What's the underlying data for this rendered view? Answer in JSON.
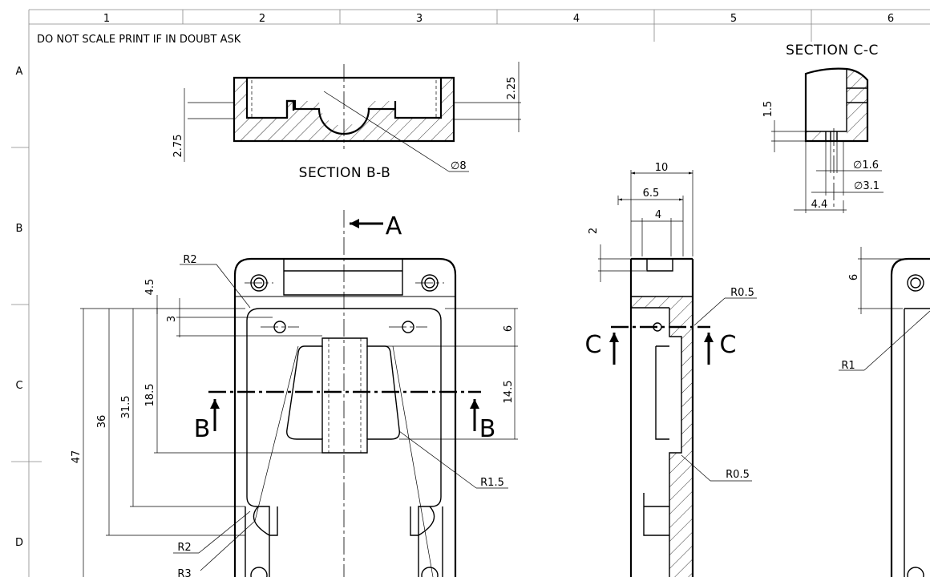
{
  "sheet": {
    "zone_columns": [
      "1",
      "2",
      "3",
      "4",
      "5",
      "6"
    ],
    "zone_rows": [
      "A",
      "B",
      "C",
      "D"
    ],
    "note": "DO NOT SCALE PRINT   IF IN DOUBT ASK",
    "line_color": "#000000",
    "border_color": "#888888"
  },
  "views": {
    "section_bb": {
      "title": "SECTION B-B",
      "dims": {
        "depth_top": "2.25",
        "depth_left": "2.75",
        "dia": "∅8"
      }
    },
    "section_cc": {
      "title": "SECTION C-C",
      "dims": {
        "h": "1.5",
        "d1": "∅1.6",
        "d2": "∅3.1",
        "w": "4.4"
      }
    },
    "front": {
      "view_arrow": "A",
      "section_letter": "B",
      "dims": {
        "r_top": "R2",
        "d45": "4.5",
        "d3": "3",
        "d6": "6",
        "d145": "14.5",
        "d185": "18.5",
        "d315": "31.5",
        "d36": "36",
        "d47": "47",
        "r15": "R1.5",
        "r_bottom1": "R2",
        "r_bottom2": "R3"
      }
    },
    "side": {
      "section_letter": "C",
      "dims": {
        "d10": "10",
        "d65": "6.5",
        "d4": "4",
        "d2": "2",
        "r05a": "R0.5",
        "r05b": "R0.5"
      }
    },
    "partial": {
      "dims": {
        "d6": "6",
        "r1": "R1"
      }
    }
  }
}
